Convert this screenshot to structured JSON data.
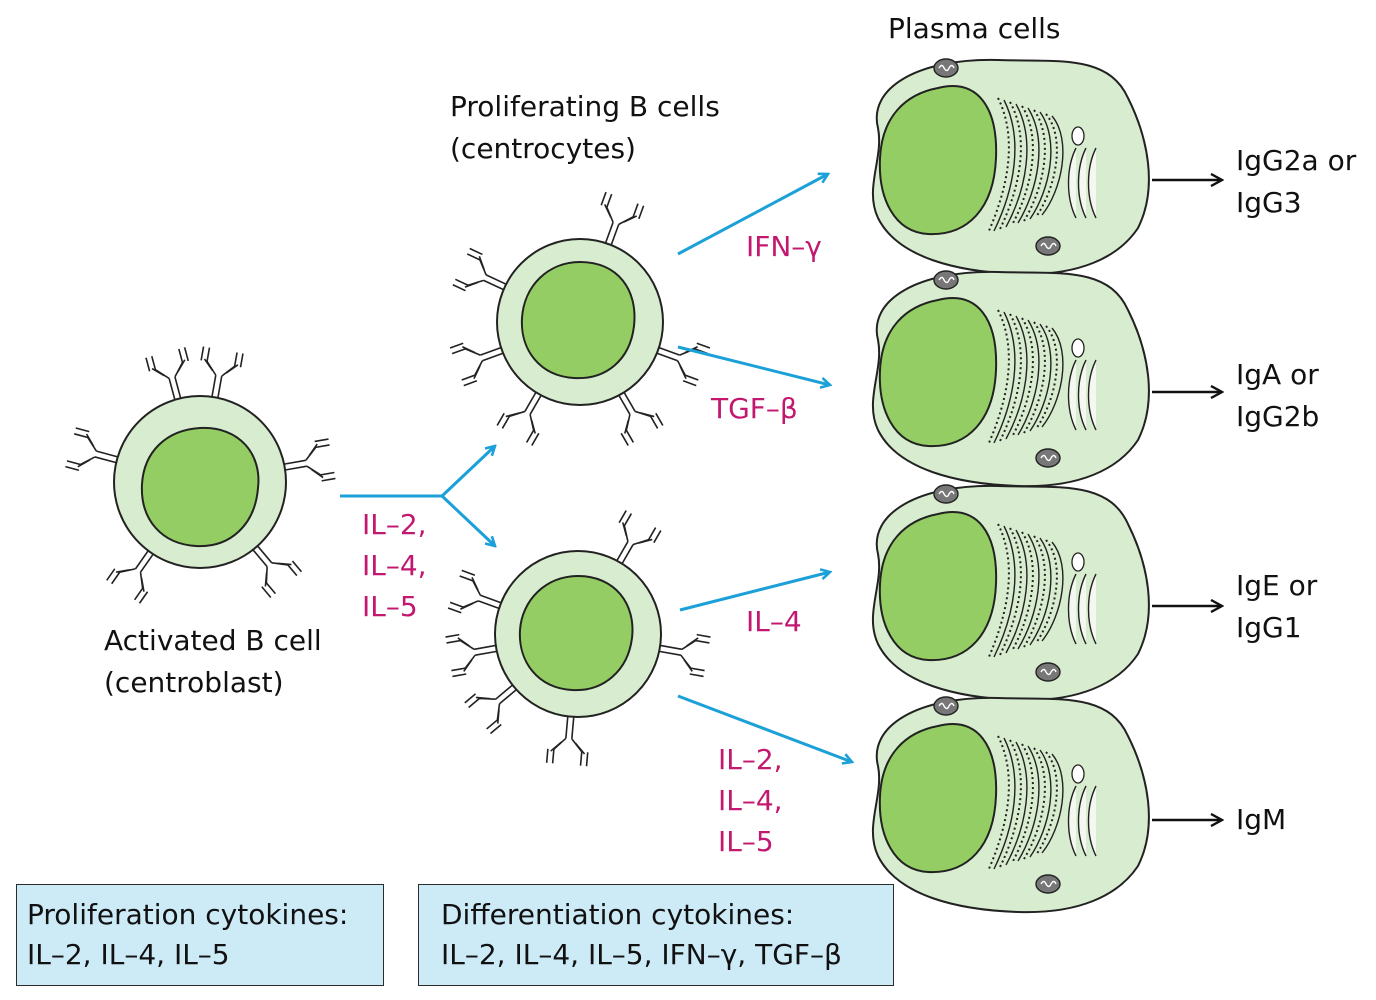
{
  "colors": {
    "cell_cytoplasm": "#d8edcf",
    "nucleus": "#94cd63",
    "arrow": "#1ba0d8",
    "cytokine_text": "#c2186f",
    "legend_box": "#cdeaf7"
  },
  "labels": {
    "activated_line1": "Activated B cell",
    "activated_line2": "(centroblast)",
    "proliferating_line1": "Proliferating B cells",
    "proliferating_line2": "(centrocytes)",
    "plasma": "Plasma cells"
  },
  "cytokines": {
    "split": [
      "IL–2,",
      "IL–4,",
      "IL–5"
    ],
    "to_igg2a": "IFN–γ",
    "to_iga": "TGF–β",
    "to_ige": "IL–4",
    "to_igm": [
      "IL–2,",
      "IL–4,",
      "IL–5"
    ]
  },
  "isotypes": {
    "igg2a": [
      "IgG2a or",
      "IgG3"
    ],
    "iga": [
      "IgA or",
      "IgG2b"
    ],
    "ige": [
      "IgE or",
      "IgG1"
    ],
    "igm": "IgM"
  },
  "legend": {
    "proliferation_title": "Proliferation cytokines:",
    "proliferation_list": "IL–2, IL–4, IL–5",
    "differentiation_title": "Differentiation cytokines:",
    "differentiation_list": "IL–2, IL–4, IL–5, IFN–γ, TGF–β"
  },
  "icons": [
    "antibody-icon",
    "mitochondrion-icon",
    "endoplasmic-reticulum-icon",
    "golgi-icon"
  ]
}
